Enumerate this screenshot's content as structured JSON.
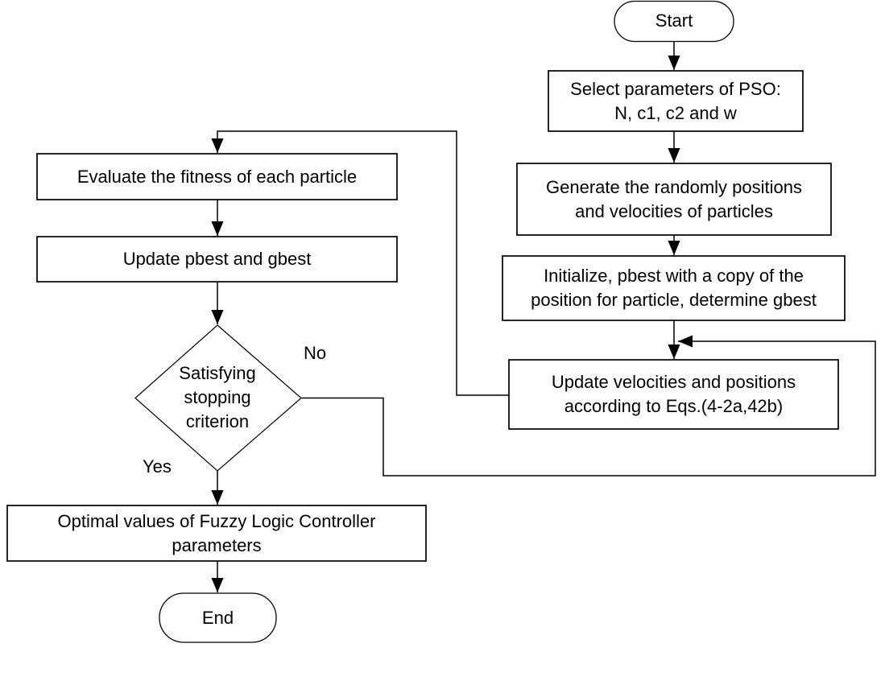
{
  "diagram": {
    "type": "flowchart",
    "colors": {
      "stroke": "#000000",
      "node_fill": "#ffffff",
      "background": "#ffffff",
      "text": "#000000"
    },
    "nodes": {
      "start": {
        "shape": "terminator",
        "label": "Start"
      },
      "select_params": {
        "shape": "process",
        "label": "Select parameters of PSO:\nN, c1, c2 and w"
      },
      "generate": {
        "shape": "process",
        "label": "Generate the randomly positions\nand velocities of particles"
      },
      "initialize": {
        "shape": "process",
        "label": "Initialize, pbest with a copy of the\nposition for particle, determine gbest"
      },
      "update_velocities": {
        "shape": "process",
        "label": "Update velocities and positions\naccording to Eqs.(4-2a,42b)"
      },
      "evaluate": {
        "shape": "process",
        "label": "Evaluate the fitness of each particle"
      },
      "update_pbest": {
        "shape": "process",
        "label": "Update pbest and gbest"
      },
      "decision": {
        "shape": "decision",
        "label": "Satisfying\nstopping\ncriterion"
      },
      "optimal": {
        "shape": "process",
        "label": "Optimal values of Fuzzy Logic Controller\nparameters"
      },
      "end": {
        "shape": "terminator",
        "label": "End"
      }
    },
    "edge_labels": {
      "no": "No",
      "yes": "Yes"
    }
  }
}
